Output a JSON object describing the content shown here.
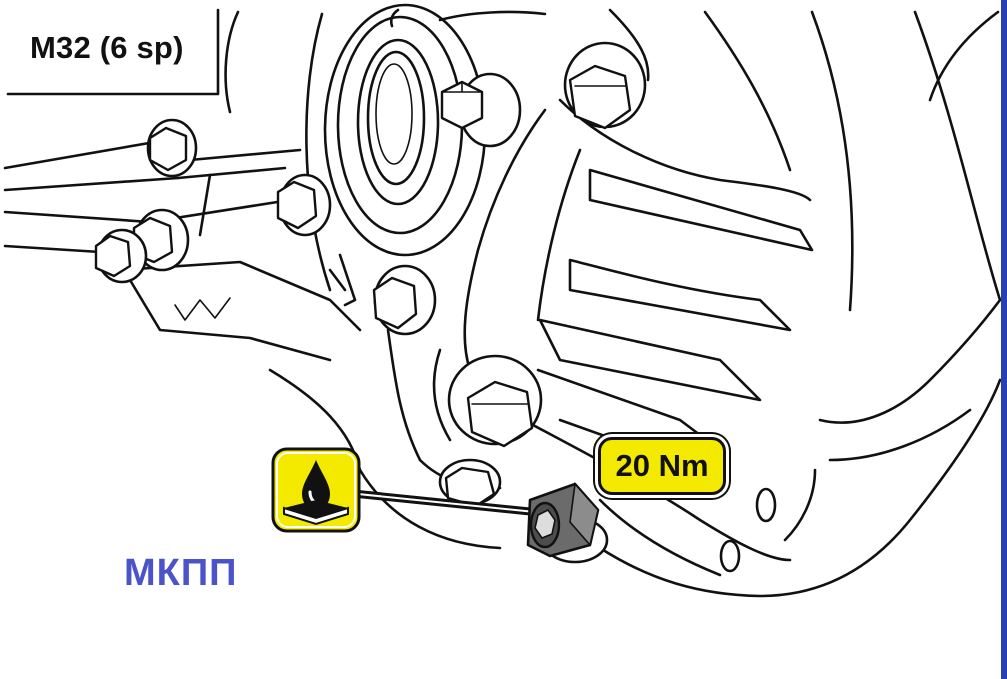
{
  "diagram": {
    "model_label": "M32 (6 sp)",
    "torque_label": "20 Nm",
    "transmission_label": "МКПП",
    "icons": [
      "fluid-drain-plug-icon"
    ],
    "colors": {
      "torque_badge": "#f3ea00",
      "oil_icon_background": "#f3ea00",
      "transmission_label": "#4a54c8",
      "drain_plug": "#6b6b6b",
      "right_edge_bar": "#2a3fb0",
      "line_art": "#111111"
    }
  }
}
